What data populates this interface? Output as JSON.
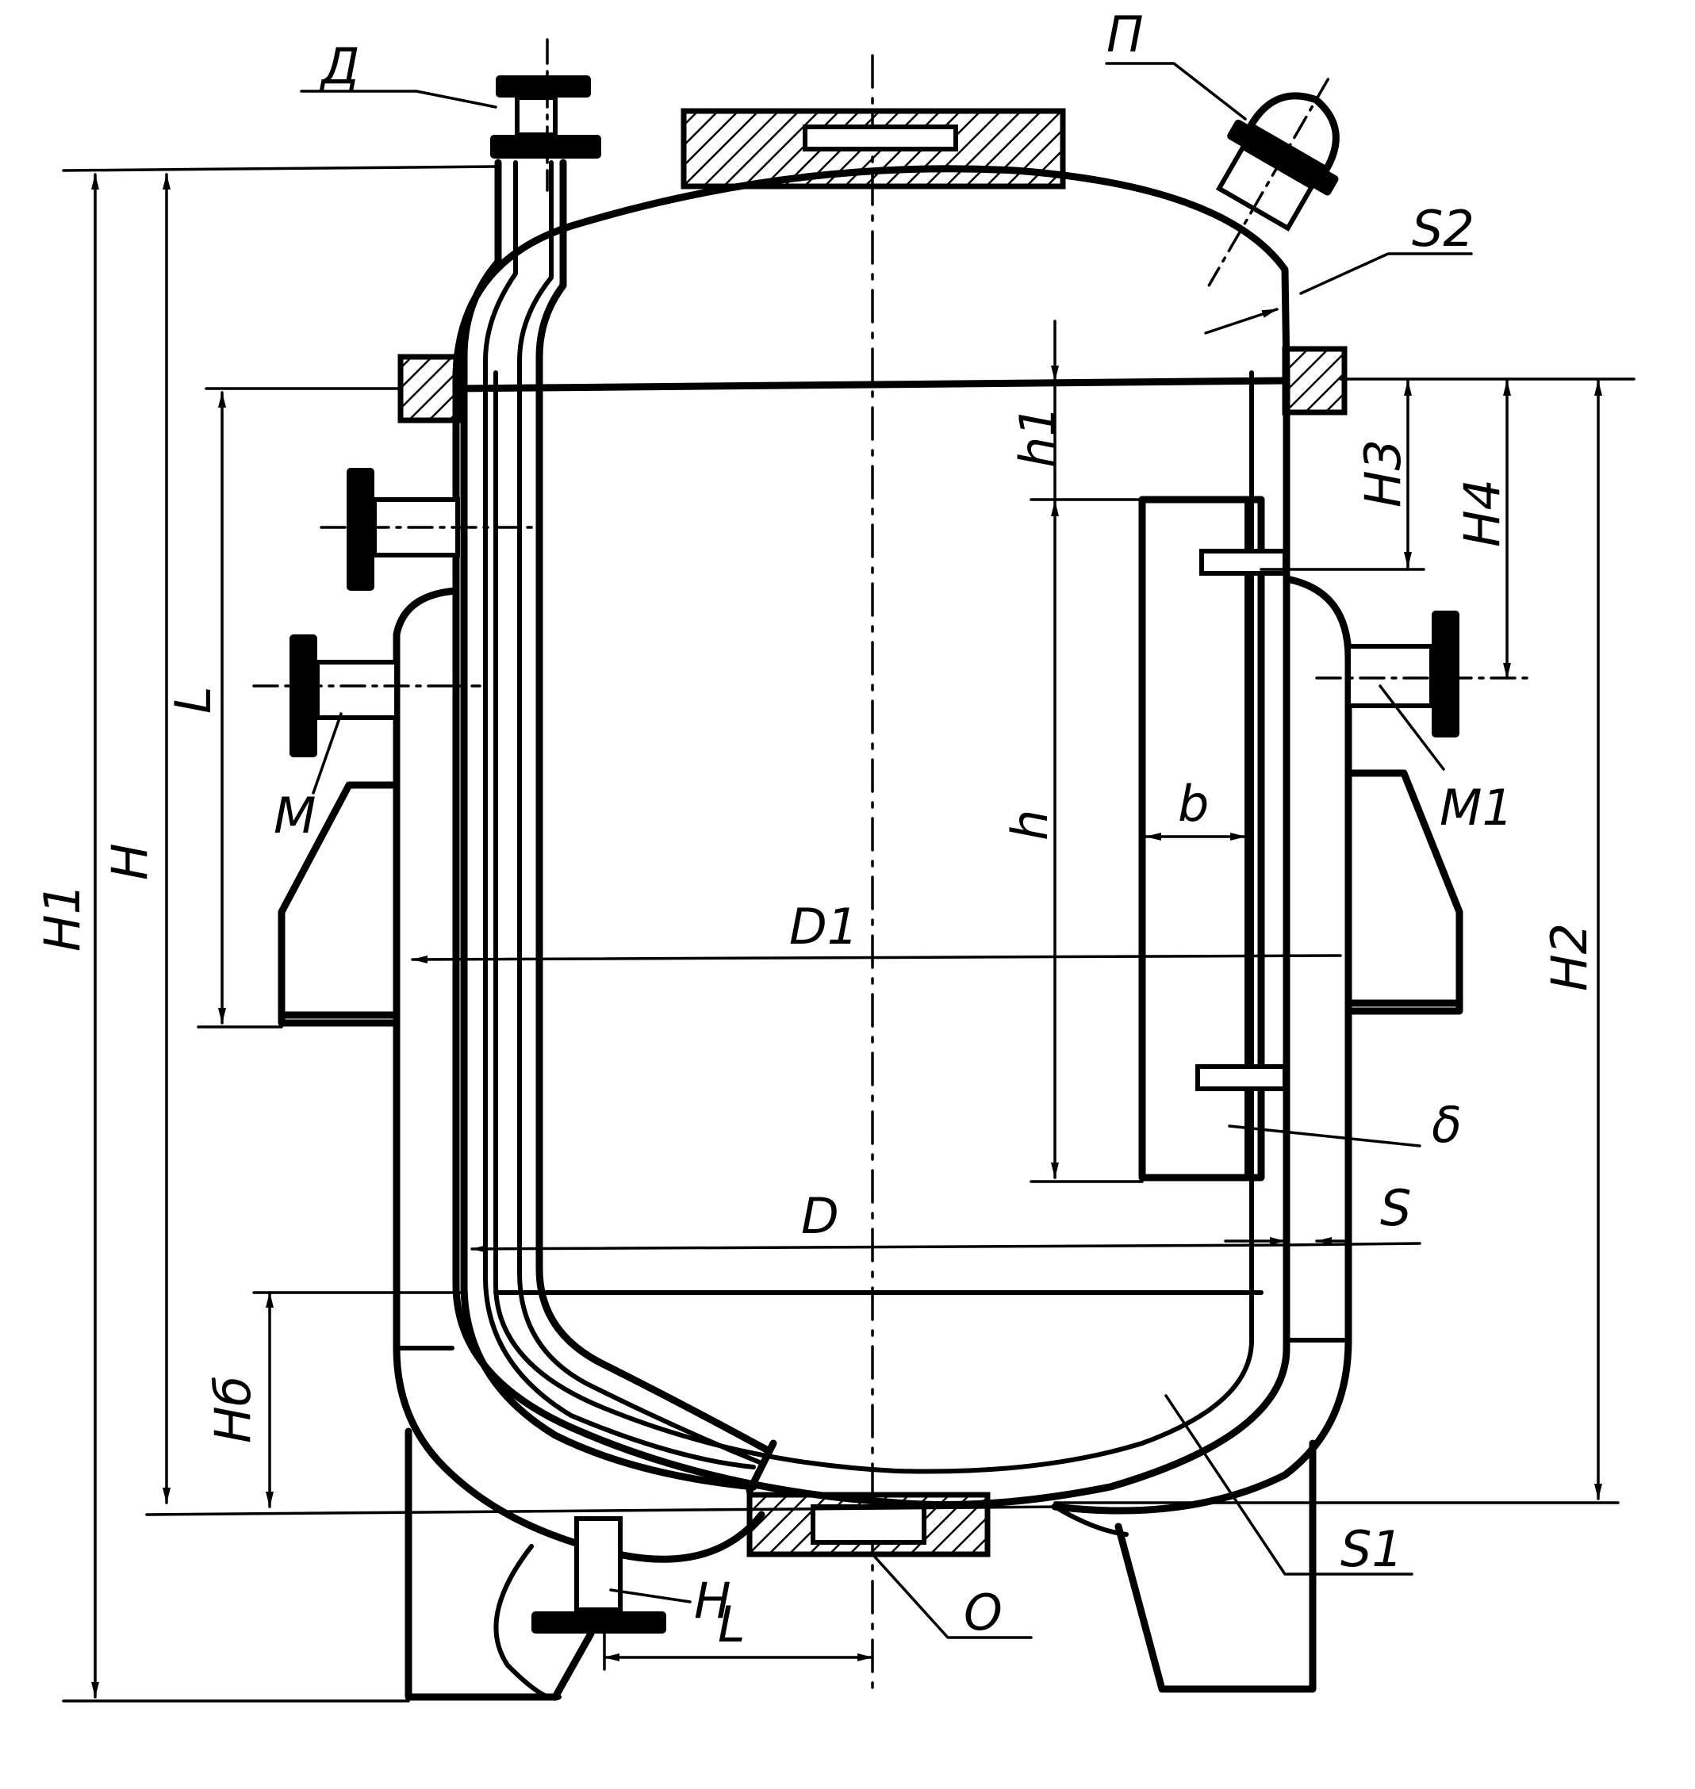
{
  "labels": {
    "D": "Д",
    "P": "П",
    "S2": "S2",
    "h1": "h1",
    "H3": "H3",
    "H4": "H4",
    "L_top": "L",
    "M": "M",
    "M1": "M1",
    "h": "h",
    "b": "b",
    "H1": "H1",
    "H": "H",
    "H2": "H2",
    "D1": "D1",
    "delta": "δ",
    "D_inner": "D",
    "S": "S",
    "Hb": "Hб",
    "S1": "S1",
    "N": "Н",
    "L_bottom": "L",
    "O": "О"
  }
}
